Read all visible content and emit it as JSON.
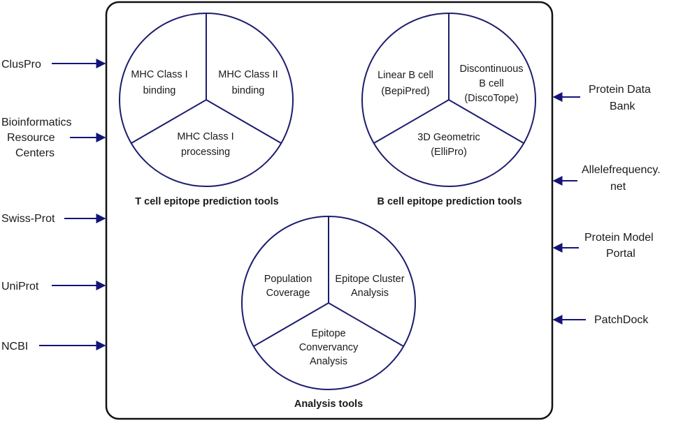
{
  "colors": {
    "arrow": "#141478",
    "circle_stroke": "#1c1c6e",
    "frame": "#111111",
    "text": "#1a1a1a"
  },
  "left_sources": [
    {
      "id": "cluspro",
      "lines": [
        "ClusPro"
      ]
    },
    {
      "id": "brc",
      "lines": [
        "Bioinformatics",
        "Resource",
        "Centers"
      ]
    },
    {
      "id": "swissprot",
      "lines": [
        "Swiss-Prot"
      ]
    },
    {
      "id": "uniprot",
      "lines": [
        "UniProt"
      ]
    },
    {
      "id": "ncbi",
      "lines": [
        "NCBI"
      ]
    }
  ],
  "right_sources": [
    {
      "id": "pdb",
      "lines": [
        "Protein Data",
        "Bank"
      ]
    },
    {
      "id": "allelefreq",
      "lines": [
        "Allelefrequency.",
        "net"
      ]
    },
    {
      "id": "pmp",
      "lines": [
        "Protein Model",
        "Portal"
      ]
    },
    {
      "id": "patchdock",
      "lines": [
        "PatchDock"
      ]
    }
  ],
  "tool_groups": [
    {
      "id": "tcell",
      "caption": "T cell epitope prediction tools",
      "segments": [
        {
          "id": "mhc1-binding",
          "lines": [
            "MHC Class I",
            "binding"
          ]
        },
        {
          "id": "mhc2-binding",
          "lines": [
            "MHC Class II",
            "binding"
          ]
        },
        {
          "id": "mhc1-processing",
          "lines": [
            "MHC Class I",
            "processing"
          ]
        }
      ]
    },
    {
      "id": "bcell",
      "caption": "B cell epitope prediction tools",
      "segments": [
        {
          "id": "linear-bcell",
          "lines": [
            "Linear B cell",
            "(BepiPred)"
          ]
        },
        {
          "id": "discontinuous-bcell",
          "lines": [
            "Discontinuous",
            "B cell",
            "(DiscoTope)"
          ]
        },
        {
          "id": "geometric-3d",
          "lines": [
            "3D Geometric",
            "(ElliPro)"
          ]
        }
      ]
    },
    {
      "id": "analysis",
      "caption": "Analysis tools",
      "segments": [
        {
          "id": "population-coverage",
          "lines": [
            "Population",
            "Coverage"
          ]
        },
        {
          "id": "epitope-cluster",
          "lines": [
            "Epitope Cluster",
            "Analysis"
          ]
        },
        {
          "id": "epitope-conservancy",
          "lines": [
            "Epitope",
            "Convervancy",
            "Analysis"
          ]
        }
      ]
    }
  ]
}
